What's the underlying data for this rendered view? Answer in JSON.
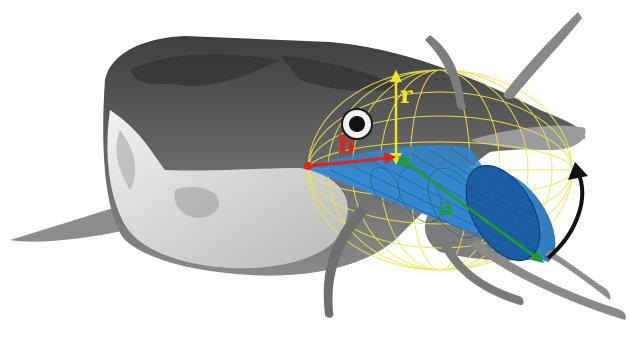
{
  "labels": {
    "r": "r",
    "b": "b",
    "a": "a"
  },
  "colors": {
    "r": "#f3e21d",
    "b": "#e2221b",
    "a": "#1f9a35",
    "jaw_arrow": "#111111",
    "cone_fill": "#3a8fd3",
    "mesh": "#e9e84a",
    "skin_dark": "#5a5a5a",
    "skin_light": "#d8d8d8"
  }
}
